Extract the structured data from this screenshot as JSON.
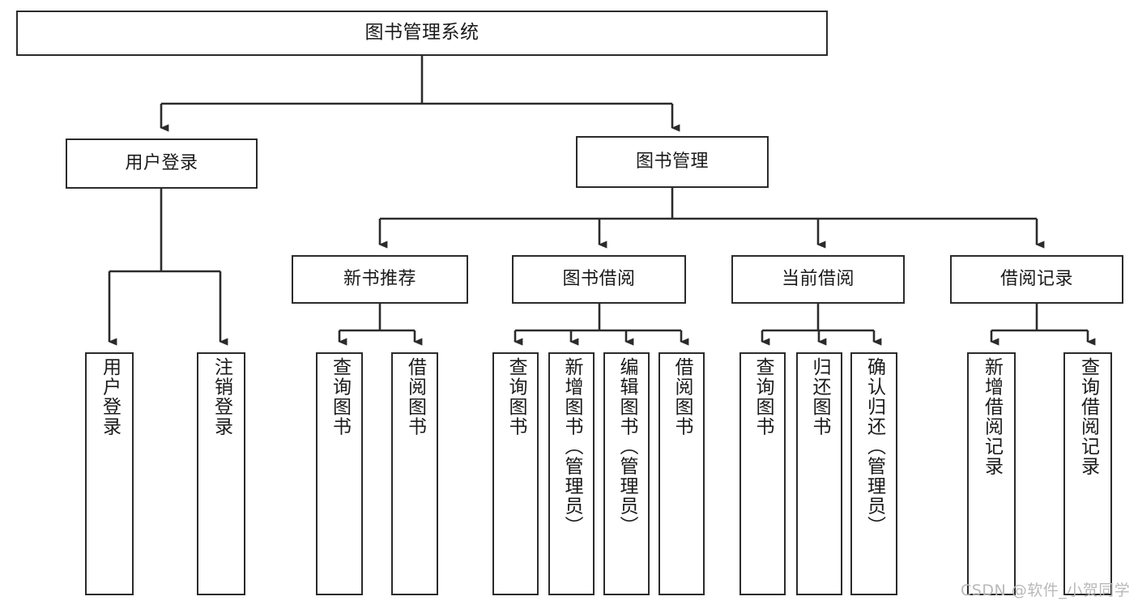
{
  "diagram": {
    "title": "图书管理系统",
    "type": "tree-hierarchy-chart",
    "root": {
      "label": "图书管理系统",
      "orientation": "horizontal"
    },
    "level2": [
      {
        "label": "用户登录",
        "orientation": "horizontal"
      },
      {
        "label": "图书管理",
        "orientation": "horizontal"
      }
    ],
    "level3": [
      {
        "label": "新书推荐",
        "orientation": "horizontal"
      },
      {
        "label": "图书借阅",
        "orientation": "horizontal"
      },
      {
        "label": "当前借阅",
        "orientation": "horizontal"
      },
      {
        "label": "借阅记录",
        "orientation": "horizontal"
      }
    ],
    "leaves": {
      "user_login": [
        {
          "label": "用户登录",
          "orientation": "vertical"
        },
        {
          "label": "注销登录",
          "orientation": "vertical"
        }
      ],
      "new_book_recommend": [
        {
          "label": "查询图书",
          "orientation": "vertical"
        },
        {
          "label": "借阅图书",
          "orientation": "vertical"
        }
      ],
      "book_borrow": [
        {
          "label": "查询图书",
          "orientation": "vertical"
        },
        {
          "label": "新增图书（管理员）",
          "orientation": "vertical"
        },
        {
          "label": "编辑图书（管理员）",
          "orientation": "vertical"
        },
        {
          "label": "借阅图书",
          "orientation": "vertical"
        }
      ],
      "current_borrow": [
        {
          "label": "查询图书",
          "orientation": "vertical"
        },
        {
          "label": "归还图书",
          "orientation": "vertical"
        },
        {
          "label": "确认归还（管理员）",
          "orientation": "vertical"
        }
      ],
      "borrow_record": [
        {
          "label": "新增借阅记录",
          "orientation": "vertical"
        },
        {
          "label": "查询借阅记录",
          "orientation": "vertical"
        }
      ]
    }
  },
  "watermark": {
    "text": "CSDN @软件_小贺同学"
  },
  "colors": {
    "stroke": "#2b2b2b",
    "fill": "#ffffff",
    "text": "#1a1a1a",
    "watermark": "#b9b9b9"
  }
}
